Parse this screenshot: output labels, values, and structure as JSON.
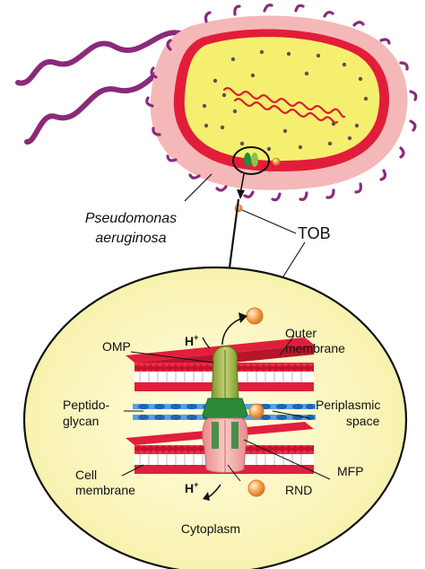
{
  "labels": {
    "organism_line1": "Pseudomonas",
    "organism_line2": "aeruginosa",
    "tob": "TOB",
    "outer_membrane_line1": "Outer",
    "outer_membrane_line2": "membrane",
    "omp": "OMP",
    "h_plus_top": "H",
    "h_plus_top_sup": "+",
    "peptidoglycan_line1": "Peptido-",
    "peptidoglycan_line2": "glycan",
    "periplasmic_line1": "Periplasmic",
    "periplasmic_line2": "space",
    "cell_membrane_line1": "Cell",
    "cell_membrane_line2": "membrane",
    "h_plus_bottom": "H",
    "h_plus_bottom_sup": "+",
    "rnd": "RND",
    "mfp": "MFP",
    "cytoplasm": "Cytoplasm"
  },
  "colors": {
    "capsule": "#f4b6b6",
    "cell_wall": "#e21d3a",
    "cytoplasm_fill": "#f7f07a",
    "flagella": "#8a2a7a",
    "pili": "#8a2a7a",
    "dna": "#d81f2a",
    "ribosome": "#555555",
    "inset_fill": "#fbf7b8",
    "membrane_head": "#e01f3d",
    "peptidoglycan": "#1e63b5",
    "omp": "#9bb54a",
    "mfp": "#2a8a3a",
    "rnd": "#f3a6a6",
    "tob_drug": "#f29b3a"
  }
}
